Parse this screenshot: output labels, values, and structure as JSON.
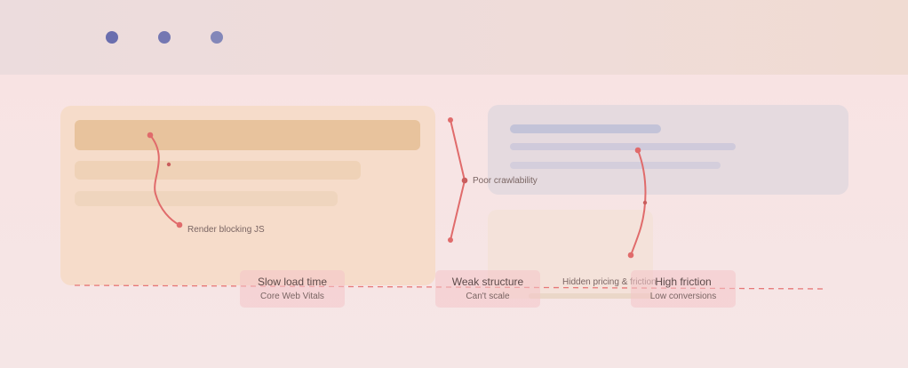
{
  "browser": {
    "window_dots": [
      "close-dot",
      "minimize-dot",
      "maximize-dot"
    ]
  },
  "annotations": {
    "render_blocking": "Render blocking JS",
    "crawlability": "Poor crawlability",
    "pricing": "Hidden pricing & friction"
  },
  "callouts": [
    {
      "title": "Slow load time",
      "subtitle": "Core Web Vitals"
    },
    {
      "title": "Weak structure",
      "subtitle": "Can't scale"
    },
    {
      "title": "High friction",
      "subtitle": "Low conversions"
    }
  ],
  "colors": {
    "accent_line": "#e06b6b",
    "dot_primary": "#6a6eae"
  }
}
